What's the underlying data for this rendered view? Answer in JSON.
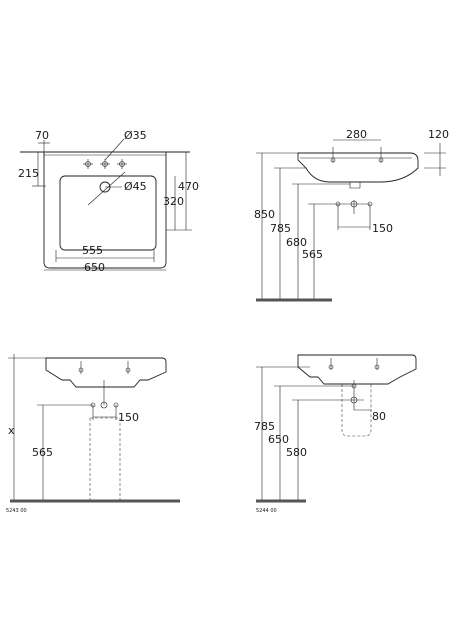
{
  "views": {
    "top": {
      "tap_offset": "70",
      "tap_hole_diameter": "Ø35",
      "overflow_diameter": "Ø45",
      "tap_depth": "215",
      "depth": "470",
      "inner_depth": "320",
      "inner_width": "555",
      "width": "650"
    },
    "side": {
      "tap_spacing": "280",
      "bowl_height": "120",
      "rim_height": "850",
      "basin_bottom": "785",
      "waste_height": "680",
      "supply_height": "565",
      "supply_spacing": "150"
    },
    "pedestal": {
      "height_variable": "x",
      "supply_height": "565",
      "supply_spacing": "150",
      "code": "5243 00"
    },
    "semi_pedestal": {
      "basin_bottom": "785",
      "waste_height": "650",
      "supply_height": "580",
      "supply_offset": "80",
      "code": "5244 00"
    }
  }
}
